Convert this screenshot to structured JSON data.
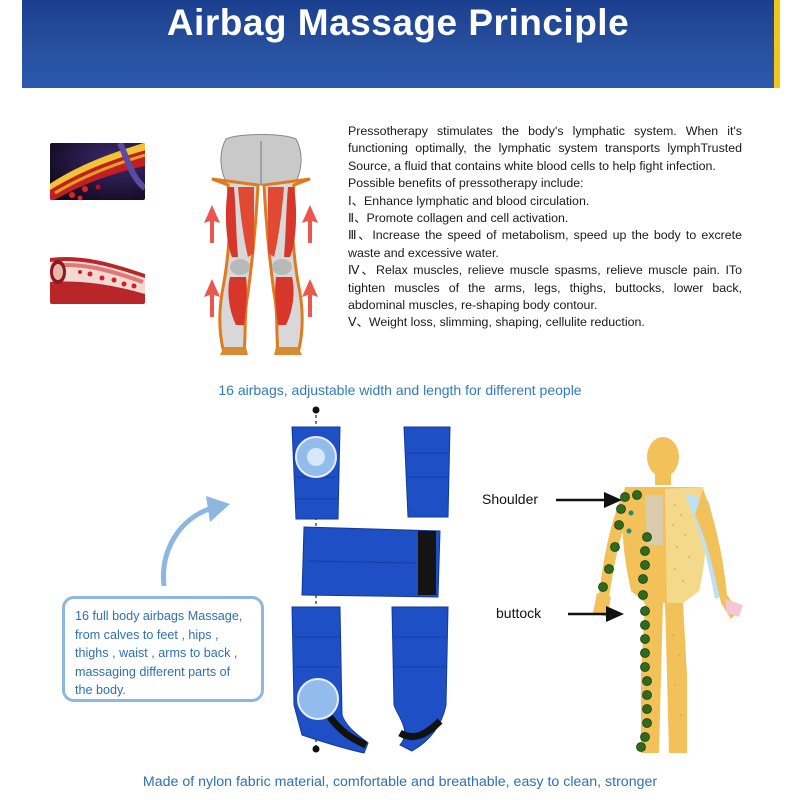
{
  "header": {
    "title": "Airbag Massage Principle",
    "accent_color": "#f2c718",
    "background_color": "#27509f"
  },
  "icons": {
    "blood_vessel_closeup": "blood-vessel-icon",
    "artery_section": "artery-icon",
    "leg_muscles": "leg-muscles-figure"
  },
  "description": {
    "intro": "Pressotherapy stimulates the body's lymphatic system. When it's functioning optimally, the lymphatic system transports lymphTrusted Source, a fluid that contains white blood cells to help fight infection.",
    "benefits_heading": "Possible benefits of pressotherapy include:",
    "benefits": [
      "Ⅰ、Enhance lymphatic and blood circulation.",
      "Ⅱ、Promote collagen and cell activation.",
      "Ⅲ、Increase the speed of metabolism, speed up the body to excrete waste and excessive water.",
      "Ⅳ、Relax muscles, relieve muscle spasms, relieve muscle pain. ITo tighten muscles of the arms, legs, thighs, buttocks, lower back, abdominal muscles, re-shaping body contour.",
      "Ⅴ、Weight loss, slimming, shaping, cellulite reduction."
    ]
  },
  "airbags": {
    "caption": "16 airbags, adjustable width and length for different people",
    "info_box": "16 full body airbags Massage, from calves to feet , hips , thighs , waist , arms to back , massaging different parts of the body.",
    "fabric_color": "#1f4fc4"
  },
  "body_chart": {
    "shoulder_label": "Shoulder",
    "buttock_label": "buttock"
  },
  "footer": {
    "caption": "Made of nylon fabric material, comfortable and breathable, easy to clean, stronger",
    "color": "#2f6fb7"
  }
}
